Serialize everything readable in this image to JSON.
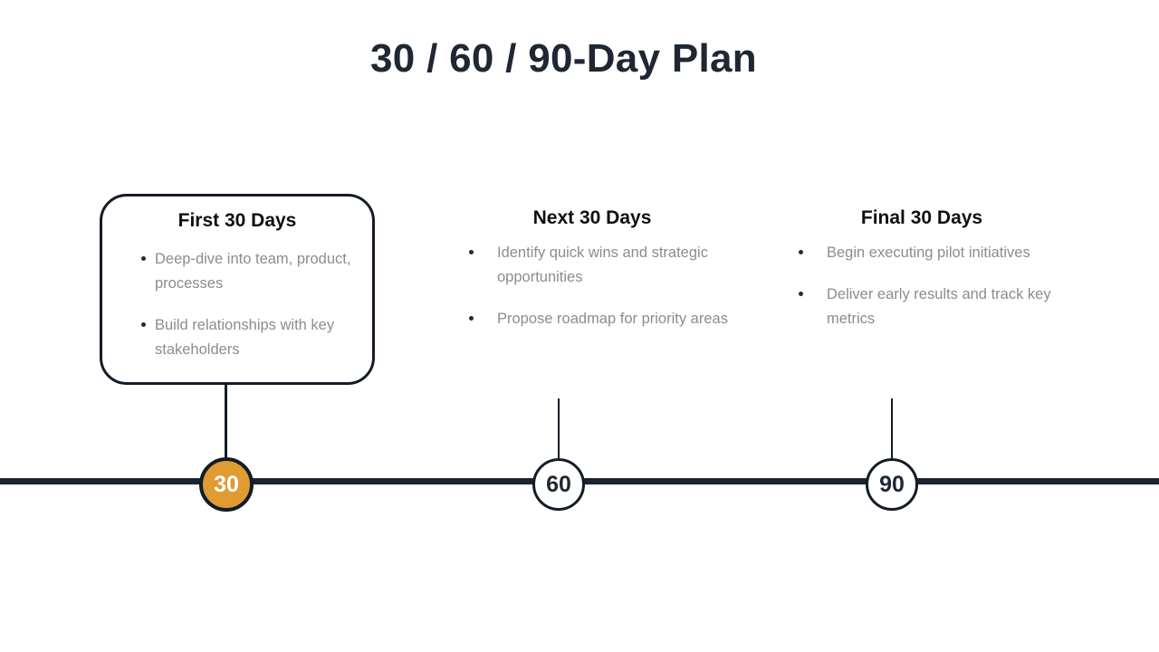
{
  "slide": {
    "title": "30 / 60 / 90-Day Plan",
    "background_color": "#ffffff",
    "accent_color": "#e09b33",
    "dark_color": "#1b2430",
    "body_text_color": "#8c8c8c"
  },
  "timeline": {
    "axis_color": "#1b2430",
    "milestones": [
      {
        "label": "30",
        "fill": "#e09b33",
        "text_color": "#ffffff",
        "highlighted": true
      },
      {
        "label": "60",
        "fill": "#ffffff",
        "text_color": "#1e2733",
        "highlighted": false
      },
      {
        "label": "90",
        "fill": "#ffffff",
        "text_color": "#1e2733",
        "highlighted": false
      }
    ]
  },
  "columns": [
    {
      "heading": "First 30 Days",
      "boxed": true,
      "bullets": [
        "Deep-dive into team, product, processes",
        "Build relationships with key stakeholders"
      ]
    },
    {
      "heading": "Next 30 Days",
      "boxed": false,
      "bullets": [
        "Identify quick wins and strategic opportunities",
        "Propose roadmap for priority areas"
      ]
    },
    {
      "heading": "Final 30 Days",
      "boxed": false,
      "bullets": [
        "Begin executing pilot initiatives",
        "Deliver early results and track key metrics"
      ]
    }
  ]
}
